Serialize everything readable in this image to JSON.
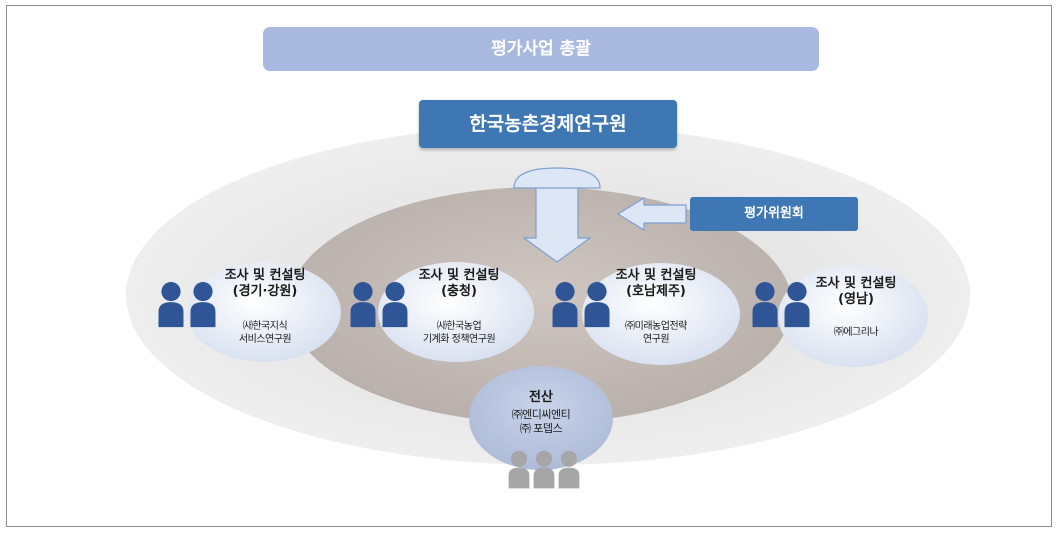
{
  "header": {
    "title": "평가사업 총괄"
  },
  "lead_org": {
    "name": "한국농촌경제연구원"
  },
  "committee": {
    "name": "평가위원회"
  },
  "regions": [
    {
      "title": "조사 및 컨설팅",
      "region": "(경기·강원)",
      "org_lines": [
        "㈔한국지식",
        "서비스연구원"
      ]
    },
    {
      "title": "조사 및 컨설팅",
      "region": "(충청)",
      "org_lines": [
        "㈔한국농업",
        "기계화 정책연구원"
      ]
    },
    {
      "title": "조사 및 컨설팅",
      "region": "(호남제주)",
      "org_lines": [
        "㈜미래농업전략",
        "연구원"
      ]
    },
    {
      "title": "조사 및 컨설팅",
      "region": "(영남)",
      "org_lines": [
        "㈜에그리나"
      ]
    }
  ],
  "it": {
    "title": "전산",
    "org_lines": [
      "㈜엔디씨엔티",
      "㈜ 포뎁스"
    ]
  },
  "colors": {
    "banner": "#a9b9df",
    "primary": "#3e77b4",
    "people_blue": "#2f5597",
    "people_gray": "#a6a6a6",
    "outer": "#e6e6e6",
    "inner": "#bfb5b0",
    "node": "#dfe5f2"
  }
}
